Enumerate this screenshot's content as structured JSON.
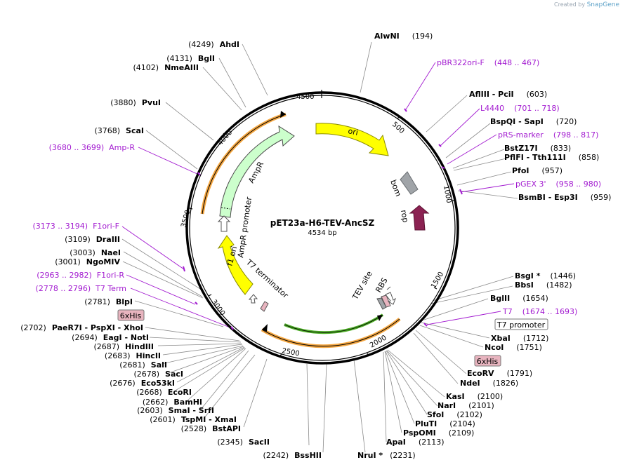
{
  "credit": {
    "prefix": "Created by",
    "brand": "SnapGene"
  },
  "plasmid": {
    "name": "pET23a-H6-TEV-AncSZ",
    "size": "4534 bp"
  },
  "ticks": [
    "500",
    "1000",
    "1500",
    "2000",
    "2500",
    "3000",
    "3500",
    "4000",
    "4500"
  ],
  "features": {
    "ori": "ori",
    "bom": "bom",
    "rop": "rop",
    "AmpR": "AmpR",
    "AmpR_promoter": "AmpR promoter",
    "f1_ori": "f1 ori",
    "T7_terminator": "T7 terminator",
    "TEV_site": "TEV site",
    "RBS": "RBS"
  },
  "sites": [
    {
      "pos": "(194)",
      "name": "AlwNI"
    },
    {
      "pos": "(603)",
      "name": "AflIII   - PciI"
    },
    {
      "pos": "(720)",
      "name": "BspQI   - SapI"
    },
    {
      "pos": "(833)",
      "name": "BstZ17I"
    },
    {
      "pos": "(858)",
      "name": "PflFI   - Tth111I"
    },
    {
      "pos": "(957)",
      "name": "PfoI"
    },
    {
      "pos": "(959)",
      "name": "BsmBI   - Esp3I"
    },
    {
      "pos": "(1446)",
      "name": "BsgI *"
    },
    {
      "pos": "(1482)",
      "name": "BbsI"
    },
    {
      "pos": "(1654)",
      "name": "BglII"
    },
    {
      "pos": "(1712)",
      "name": "XbaI"
    },
    {
      "pos": "(1751)",
      "name": "NcoI"
    },
    {
      "pos": "(1791)",
      "name": "EcoRV"
    },
    {
      "pos": "(1826)",
      "name": "NdeI"
    },
    {
      "pos": "(2100)",
      "name": "KasI"
    },
    {
      "pos": "(2101)",
      "name": "NarI"
    },
    {
      "pos": "(2102)",
      "name": "SfoI"
    },
    {
      "pos": "(2104)",
      "name": "PluTI"
    },
    {
      "pos": "(2109)",
      "name": "PspOMI"
    },
    {
      "pos": "(2113)",
      "name": "ApaI"
    },
    {
      "pos": "(2231)",
      "name": "NruI *"
    },
    {
      "pos": "(2242)",
      "name": "BssHII"
    },
    {
      "pos": "(2345)",
      "name": "SacII"
    },
    {
      "pos": "(2528)",
      "name": "BstAPI"
    },
    {
      "pos": "(2601)",
      "name": "TspMI   - XmaI"
    },
    {
      "pos": "(2603)",
      "name": "SmaI   - SrfI"
    },
    {
      "pos": "(2662)",
      "name": "BamHI"
    },
    {
      "pos": "(2668)",
      "name": "EcoRI"
    },
    {
      "pos": "(2676)",
      "name": "Eco53kI"
    },
    {
      "pos": "(2678)",
      "name": "SacI"
    },
    {
      "pos": "(2681)",
      "name": "SalI"
    },
    {
      "pos": "(2683)",
      "name": "HincII"
    },
    {
      "pos": "(2687)",
      "name": "HindIII"
    },
    {
      "pos": "(2694)",
      "name": "EagI   - NotI"
    },
    {
      "pos": "(2702)",
      "name": "PaeR7I   - PspXI   - XhoI"
    },
    {
      "pos": "(2781)",
      "name": "BlpI"
    },
    {
      "pos": "(3001)",
      "name": "NgoMIV"
    },
    {
      "pos": "(3003)",
      "name": "NaeI"
    },
    {
      "pos": "(3109)",
      "name": "DraIII"
    },
    {
      "pos": "(3768)",
      "name": "ScaI"
    },
    {
      "pos": "(3880)",
      "name": "PvuI"
    },
    {
      "pos": "(4102)",
      "name": "NmeAIII"
    },
    {
      "pos": "(4131)",
      "name": "BglI"
    },
    {
      "pos": "(4249)",
      "name": "AhdI"
    }
  ],
  "primers": [
    {
      "name": "pBR322ori-F",
      "range": "(448 .. 467)"
    },
    {
      "name": "L4440",
      "range": "(701 .. 718)"
    },
    {
      "name": "pRS-marker",
      "range": "(798 .. 817)"
    },
    {
      "name": "pGEX 3'",
      "range": "(958 .. 980)"
    },
    {
      "name": "T7",
      "range": "(1674 .. 1693)"
    },
    {
      "name": "Amp-R",
      "range": "(3680 .. 3699)"
    },
    {
      "name": "F1ori-F",
      "range": "(3173 .. 3194)"
    },
    {
      "name": "F1ori-R",
      "range": "(2963 .. 2982)"
    },
    {
      "name": "T7 Term",
      "range": "(2778 .. 2796)"
    }
  ],
  "boxes": {
    "t7_promoter": "T7 promoter",
    "his_right": "6xHis",
    "his_left": "6xHis"
  },
  "colors": {
    "ori": "#ffff00",
    "ampr": "#ccffcc",
    "rop": "#8b2252",
    "bom": "#a0a4a8",
    "primer": "#a21ad0",
    "orange": "#f4a640",
    "green": "#4cae25",
    "his": "#e8b4bf"
  }
}
